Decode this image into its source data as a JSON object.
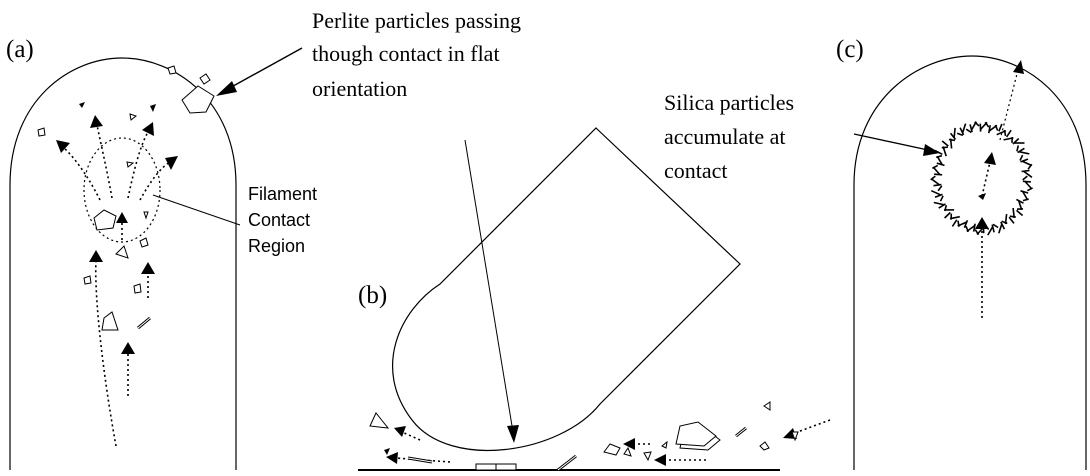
{
  "panels": {
    "a": {
      "label": "(a)"
    },
    "b": {
      "label": "(b)"
    },
    "c": {
      "label": "(c)"
    }
  },
  "annotations": {
    "perlite_flat": {
      "lines": [
        "Perlite particles passing",
        "though contact in flat",
        "orientation"
      ]
    },
    "filament_contact": {
      "lines": [
        "Filament",
        "Contact",
        "Region"
      ]
    },
    "silica_accumulate": {
      "lines": [
        "Silica particles",
        "accumulate at",
        "contact"
      ]
    }
  }
}
